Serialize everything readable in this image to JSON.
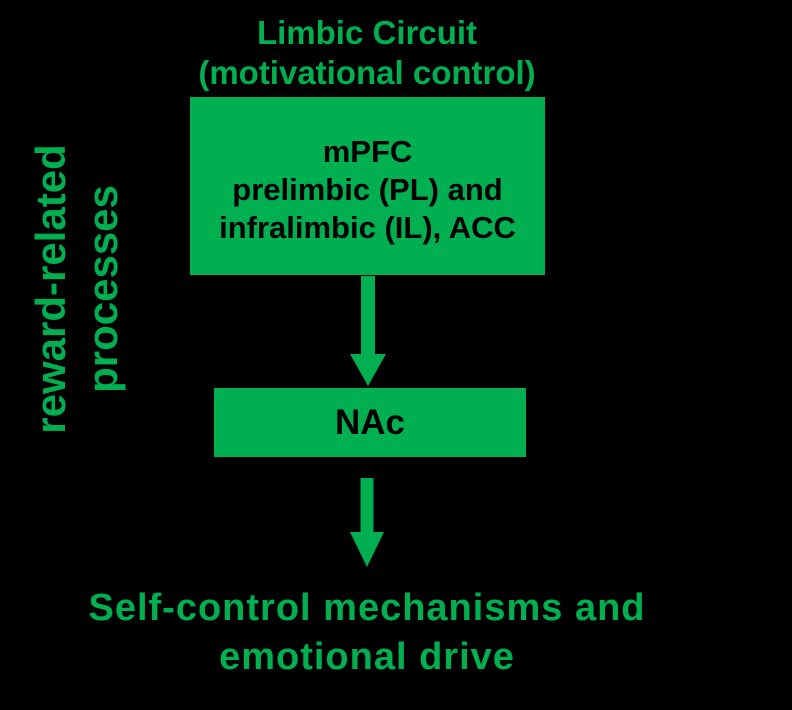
{
  "colors": {
    "accent_green": "#00B050",
    "background": "#000000",
    "node_text": "#000000"
  },
  "title": {
    "line1": "Limbic Circuit",
    "line2": "(motivational control)"
  },
  "side_label": {
    "line1": "reward-related",
    "line2": "processes"
  },
  "nodes": {
    "mpfc": {
      "line1": "mPFC",
      "line2": "prelimbic (PL) and",
      "line3": "infralimbic (IL), ACC"
    },
    "nac": {
      "label": "NAc"
    }
  },
  "caption": {
    "line1": "Self-control mechanisms and",
    "line2": "emotional drive"
  },
  "icons": {
    "arrow_down": "block arrow pointing down (green CSS/SVG shape)"
  }
}
